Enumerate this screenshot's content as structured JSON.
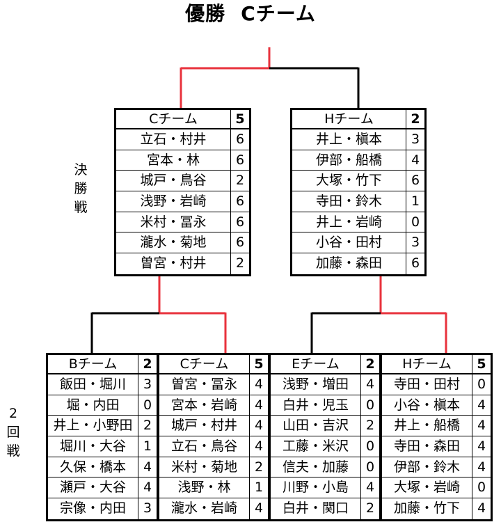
{
  "title": {
    "main": "優勝",
    "team": "Cチーム"
  },
  "round_labels": {
    "final": [
      "決",
      "勝",
      "戦"
    ],
    "second": [
      "2",
      "回",
      "戦"
    ]
  },
  "final": [
    {
      "team": "Cチーム",
      "score": "5",
      "matches": [
        {
          "pair": "立石・村井",
          "score": "6"
        },
        {
          "pair": "宮本・林",
          "score": "6"
        },
        {
          "pair": "城戸・鳥谷",
          "score": "2"
        },
        {
          "pair": "浅野・岩崎",
          "score": "6"
        },
        {
          "pair": "米村・冨永",
          "score": "6"
        },
        {
          "pair": "瀧水・菊地",
          "score": "6"
        },
        {
          "pair": "曽宮・村井",
          "score": "2"
        }
      ]
    },
    {
      "team": "Hチーム",
      "score": "2",
      "matches": [
        {
          "pair": "井上・槇本",
          "score": "3"
        },
        {
          "pair": "伊部・船橋",
          "score": "4"
        },
        {
          "pair": "大塚・竹下",
          "score": "6"
        },
        {
          "pair": "寺田・鈴木",
          "score": "1"
        },
        {
          "pair": "井上・岩崎",
          "score": "0"
        },
        {
          "pair": "小谷・田村",
          "score": "3"
        },
        {
          "pair": "加藤・森田",
          "score": "6"
        }
      ]
    }
  ],
  "second_round": [
    {
      "team": "Bチーム",
      "score": "2",
      "matches": [
        {
          "pair": "飯田・堀川",
          "score": "3"
        },
        {
          "pair": "堀・内田",
          "score": "0"
        },
        {
          "pair": "井上・小野田",
          "score": "2"
        },
        {
          "pair": "堀川・大谷",
          "score": "1"
        },
        {
          "pair": "久保・橋本",
          "score": "4"
        },
        {
          "pair": "瀬戸・大谷",
          "score": "4"
        },
        {
          "pair": "宗像・内田",
          "score": "3"
        }
      ]
    },
    {
      "team": "Cチーム",
      "score": "5",
      "matches": [
        {
          "pair": "曽宮・冨永",
          "score": "4"
        },
        {
          "pair": "宮本・岩崎",
          "score": "4"
        },
        {
          "pair": "城戸・村井",
          "score": "4"
        },
        {
          "pair": "立石・鳥谷",
          "score": "4"
        },
        {
          "pair": "米村・菊地",
          "score": "2"
        },
        {
          "pair": "浅野・林",
          "score": "1"
        },
        {
          "pair": "瀧水・岩崎",
          "score": "4"
        }
      ]
    },
    {
      "team": "Eチーム",
      "score": "2",
      "matches": [
        {
          "pair": "浅野・増田",
          "score": "4"
        },
        {
          "pair": "白井・児玉",
          "score": "0"
        },
        {
          "pair": "山田・吉沢",
          "score": "2"
        },
        {
          "pair": "工藤・米沢",
          "score": "0"
        },
        {
          "pair": "信夫・加藤",
          "score": "0"
        },
        {
          "pair": "川野・小島",
          "score": "4"
        },
        {
          "pair": "白井・関口",
          "score": "2"
        }
      ]
    },
    {
      "team": "Hチーム",
      "score": "5",
      "matches": [
        {
          "pair": "寺田・田村",
          "score": "0"
        },
        {
          "pair": "小谷・槇本",
          "score": "4"
        },
        {
          "pair": "井上・船橋",
          "score": "4"
        },
        {
          "pair": "寺田・森田",
          "score": "4"
        },
        {
          "pair": "伊部・鈴木",
          "score": "4"
        },
        {
          "pair": "大塚・岩崎",
          "score": "0"
        },
        {
          "pair": "加藤・竹下",
          "score": "4"
        }
      ]
    }
  ],
  "colors": {
    "winner_line": "#e8323c",
    "loser_line": "#000000"
  }
}
